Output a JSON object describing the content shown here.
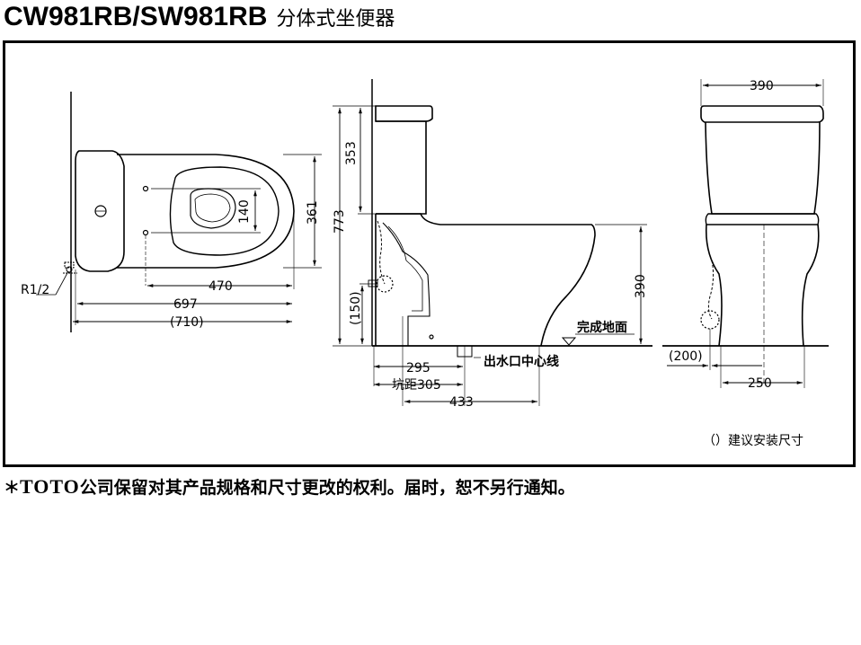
{
  "header": {
    "model": "CW981RB/SW981RB",
    "description": "分体式坐便器"
  },
  "drawing": {
    "top_view": {
      "dim_140": "140",
      "dim_361": "361",
      "dim_470": "470",
      "dim_697": "697",
      "dim_710": "(710)",
      "inlet": "R1/2"
    },
    "side_view": {
      "dim_353": "353",
      "dim_773": "773",
      "dim_150": "(150)",
      "dim_390": "390",
      "dim_295": "295",
      "rough_in": "坑距305",
      "dim_433": "433",
      "floor_label": "完成地面",
      "outlet_label": "出水口中心线"
    },
    "front_view": {
      "dim_390": "390",
      "dim_200": "(200)",
      "dim_250": "250"
    },
    "legend": "（）建议安装尺寸"
  },
  "footer": {
    "star": "＊",
    "brand": "TOTO",
    "text": "公司保留对其产品规格和尺寸更改的权利。届时，恕不另行通知。"
  }
}
